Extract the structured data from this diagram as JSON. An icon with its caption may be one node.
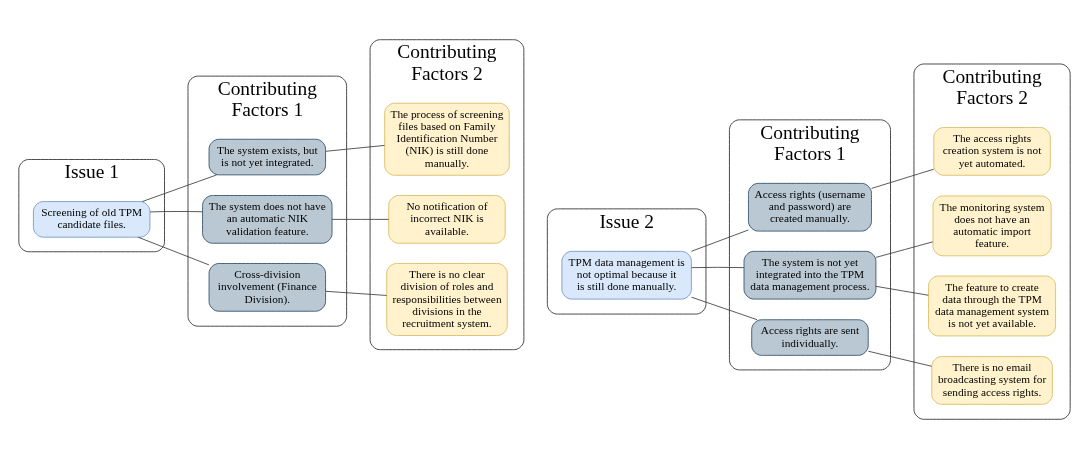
{
  "diagram": {
    "nodes": [
      {
        "text": [
          "Issue 1"
        ]
      },
      {
        "text": [
          "Contributing Factors 1"
        ]
      },
      {
        "text": [
          "Contributing Factors 2"
        ]
      },
      {
        "text": [
          "Screening of old TPM candidate files."
        ],
        "in": 0
      },
      {
        "text": [
          "The system does not have an automatic NIK validation feature."
        ],
        "in": 1
      },
      {
        "text": [
          "The system exists, but is not yet integrated."
        ],
        "in": 1
      },
      {
        "text": [
          "Cross-division involvement (Finance Division)."
        ],
        "in": 1
      },
      {
        "text": [
          "No notification of incorrect NIK is available."
        ],
        "in": 2
      },
      {
        "text": [
          "The process of screening files based on Family Identification Number (NIK) is still done manually."
        ],
        "in": 2
      },
      {
        "text": [
          "There is no clear division of roles and responsibilities between divisions in the recruitment system."
        ],
        "in": 2
      },
      {
        "text": [
          "Issue 2"
        ]
      },
      {
        "text": [
          "Contributing Factors 1"
        ]
      },
      {
        "text": [
          "Contributing Factors 2"
        ]
      },
      {
        "text": [
          "TPM data management is not optimal because it is still done manually."
        ],
        "in": 10
      },
      {
        "text": [
          "The system is not yet integrated into the TPM data management process."
        ],
        "in": 11
      },
      {
        "text": [
          "Access rights (username and password) are created manually."
        ],
        "in": 11
      },
      {
        "text": [
          "Access rights are sent individually."
        ],
        "in": 11
      },
      {
        "text": [
          "The feature to create data through the TPM data management system is not yet available."
        ],
        "in": 12
      },
      {
        "text": [
          "The monitoring system does not have an automatic import feature."
        ],
        "in": 12
      },
      {
        "text": [
          "The access rights creation system is not yet automated."
        ],
        "in": 12
      },
      {
        "text": [
          "There is no email broadcasting system for sending access rights."
        ],
        "in": 12
      }
    ],
    "edges": [
      {
        "from": 3,
        "to": 4,
        "arrow": "none"
      },
      {
        "from": 3,
        "to": 5,
        "arrow": "none"
      },
      {
        "from": 3,
        "to": 6,
        "arrow": "none"
      },
      {
        "from": 4,
        "to": 7,
        "arrow": "none"
      },
      {
        "from": 5,
        "to": 8,
        "arrow": "none"
      },
      {
        "from": 6,
        "to": 9,
        "arrow": "none"
      },
      {
        "from": 13,
        "to": 14,
        "arrow": "none"
      },
      {
        "from": 13,
        "to": 15,
        "arrow": "none"
      },
      {
        "from": 13,
        "to": 16,
        "arrow": "none"
      },
      {
        "from": 14,
        "to": 17,
        "arrow": "none"
      },
      {
        "from": 14,
        "to": 18,
        "arrow": "none"
      },
      {
        "from": 15,
        "to": 19,
        "arrow": "none"
      },
      {
        "from": 16,
        "to": 20,
        "arrow": "none"
      }
    ]
  }
}
